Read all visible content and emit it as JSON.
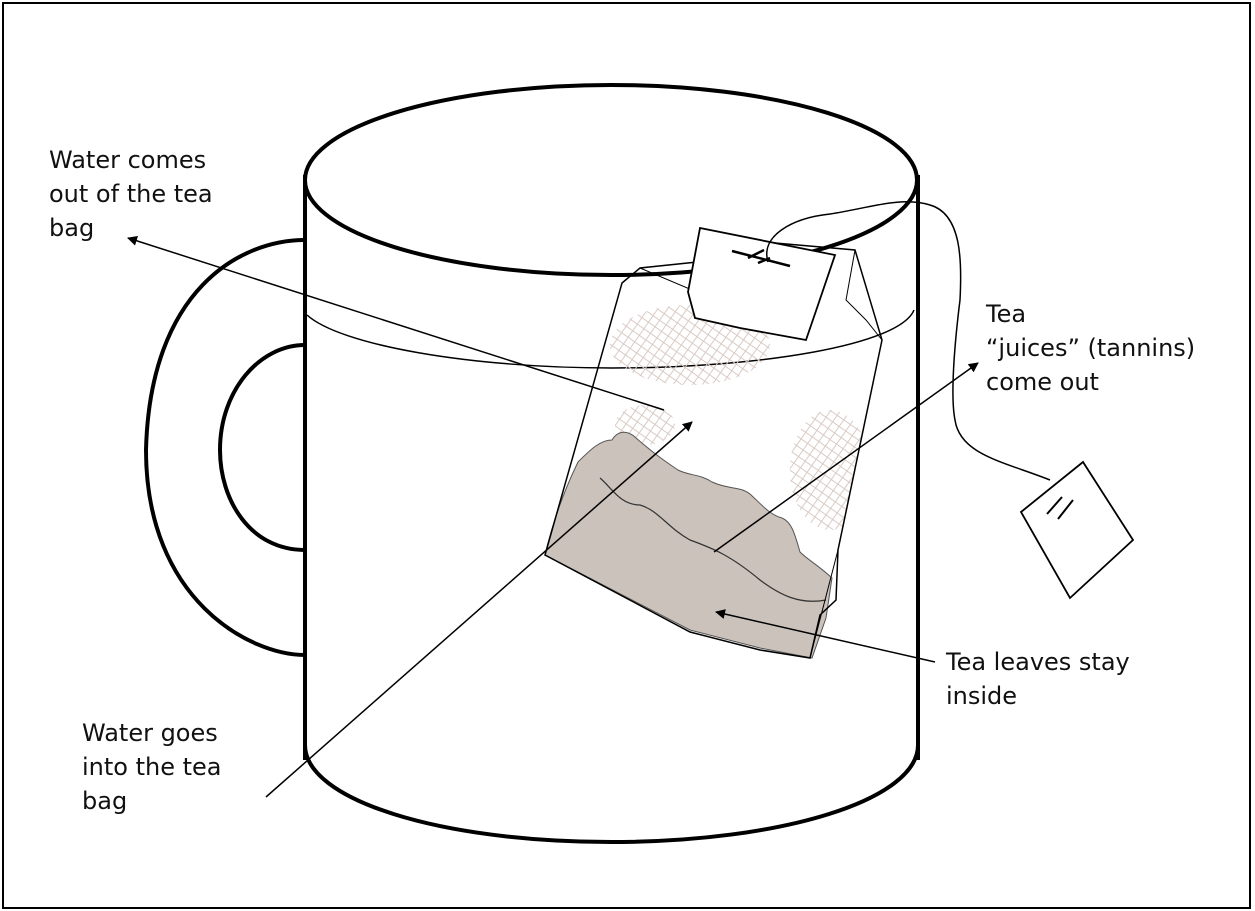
{
  "labels": {
    "water_out": "Water comes\nout of the tea\nbag",
    "water_in": "Water goes\ninto the tea\nbag",
    "tannins": "Tea\n“juices” (tannins)\ncome out",
    "leaves": "Tea leaves stay\ninside"
  },
  "colors": {
    "outline": "#000000",
    "tea_leaves": "#cbc2bb",
    "mesh": "#d9cbc4"
  }
}
